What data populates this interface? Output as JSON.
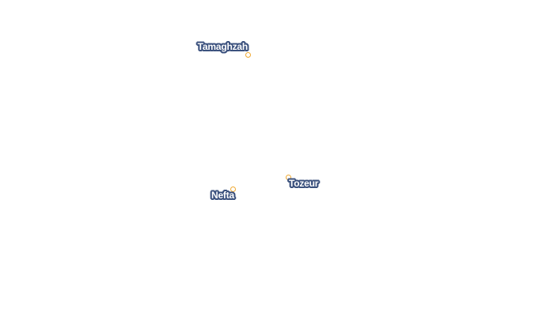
{
  "map": {
    "label_color": "#ffffff",
    "halo_color": "#3c527e",
    "marker_color": "#f0a830",
    "cities": [
      {
        "name": "Tamaghzah"
      },
      {
        "name": "Tozeur"
      },
      {
        "name": "Nefta"
      }
    ]
  }
}
